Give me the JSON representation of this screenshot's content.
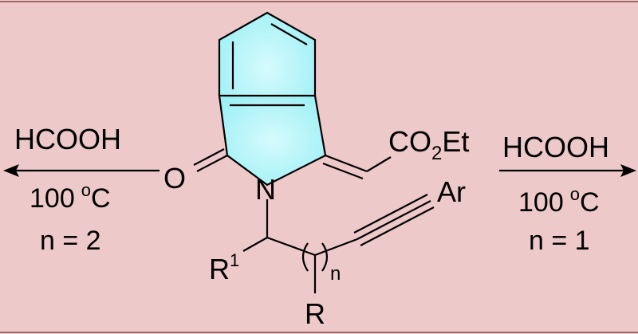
{
  "colors": {
    "background": "#eec9c9",
    "border": "#a06a6a",
    "ring_fill": "#9ff0f6",
    "ring_fill_light": "#d6fbfd",
    "bond": "#000000"
  },
  "left_arrow": {
    "reagent": "HCOOH",
    "temp_value": "100",
    "temp_unit_sup": "o",
    "temp_unit": "C",
    "condition": "n = 2"
  },
  "right_arrow": {
    "reagent": "HCOOH",
    "temp_value": "100",
    "temp_unit_sup": "o",
    "temp_unit": "C",
    "condition": "n = 1"
  },
  "molecule": {
    "oxygen": "O",
    "nitrogen": "N",
    "ester_co": "CO",
    "ester_sub": "2",
    "ester_et": "Et",
    "aryl": "Ar",
    "r1": "R",
    "r1_sup": "1",
    "r": "R",
    "n_sub": "n"
  },
  "icons": {
    "left_arrow": "arrow-left-icon",
    "right_arrow": "arrow-right-icon"
  }
}
